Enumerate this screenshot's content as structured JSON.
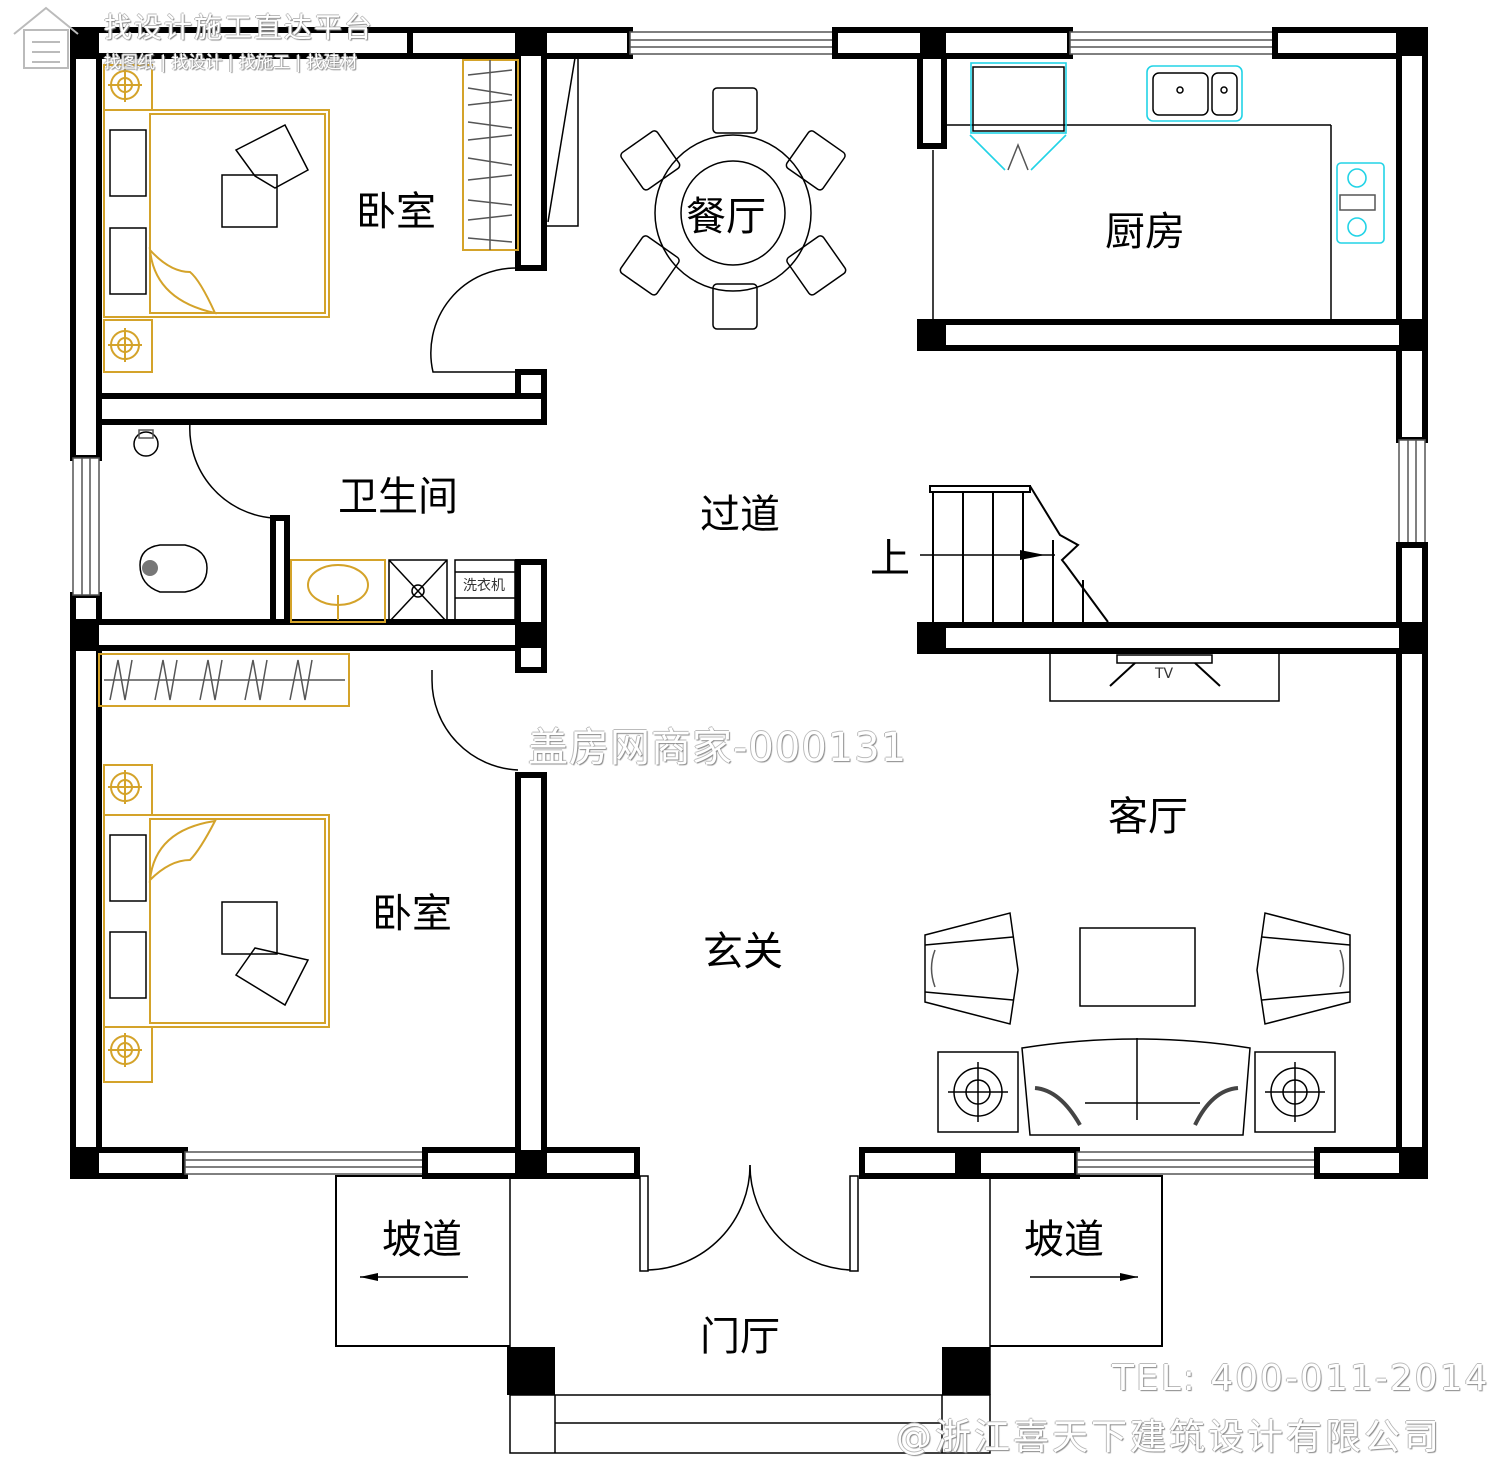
{
  "watermark": {
    "platform_title": "找设计施工直达平台",
    "platform_subtitle": "找图纸 | 找设计 | 找施工 | 找建材",
    "merchant_id": "盖房网商家-000131",
    "phone": "TEL: 400-011-2014",
    "company": "@浙江喜天下建筑设计有限公司"
  },
  "rooms": {
    "bedroom_top": "卧室",
    "dining": "餐厅",
    "kitchen": "厨房",
    "bathroom": "卫生间",
    "corridor": "过道",
    "stair_up": "上",
    "bedroom_bottom": "卧室",
    "living": "客厅",
    "foyer": "玄关",
    "ramp_left": "坡道",
    "ramp_right": "坡道",
    "entrance_hall": "门厅"
  },
  "fixtures": {
    "washing_machine": "洗衣机",
    "tv": "TV"
  },
  "colors": {
    "wall": "#000000",
    "furniture_bed": "#d4a32a",
    "kitchen_fixture": "#22d3e6",
    "watermark": "#ffffff"
  }
}
